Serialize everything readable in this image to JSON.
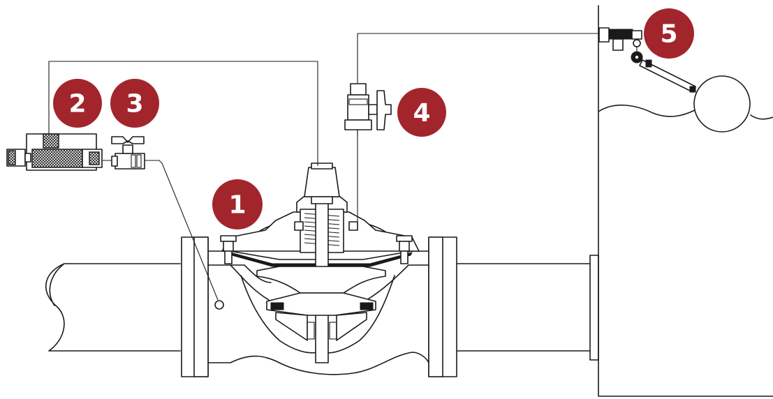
{
  "badge_color": "#a3252c",
  "badges": [
    {
      "id": "1",
      "label": "1",
      "part": "main-valve"
    },
    {
      "id": "2",
      "label": "2",
      "part": "strainer"
    },
    {
      "id": "3",
      "label": "3",
      "part": "ball-valve"
    },
    {
      "id": "4",
      "label": "4",
      "part": "ball-valve-upper"
    },
    {
      "id": "5",
      "label": "5",
      "part": "float-pilot-valve"
    }
  ]
}
